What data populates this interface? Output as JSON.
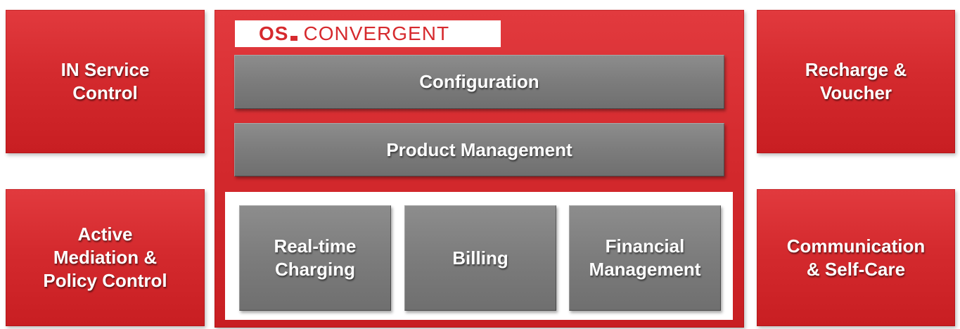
{
  "left_boxes": [
    {
      "label": "IN Service\nControl"
    },
    {
      "label": "Active\nMediation &\nPolicy Control"
    }
  ],
  "right_boxes": [
    {
      "label": "Recharge &\nVoucher"
    },
    {
      "label": "Communication\n& Self-Care"
    }
  ],
  "center": {
    "logo": {
      "brand": "OS",
      "name": "CONVERGENT"
    },
    "layers": [
      {
        "label": "Configuration"
      },
      {
        "label": "Product Management"
      }
    ],
    "modules": [
      {
        "label": "Real-time\nCharging"
      },
      {
        "label": "Billing"
      },
      {
        "label": "Financial\nManagement"
      }
    ]
  },
  "colors": {
    "red": "#d42a2e",
    "gray": "#7c7c7c",
    "white": "#ffffff"
  }
}
